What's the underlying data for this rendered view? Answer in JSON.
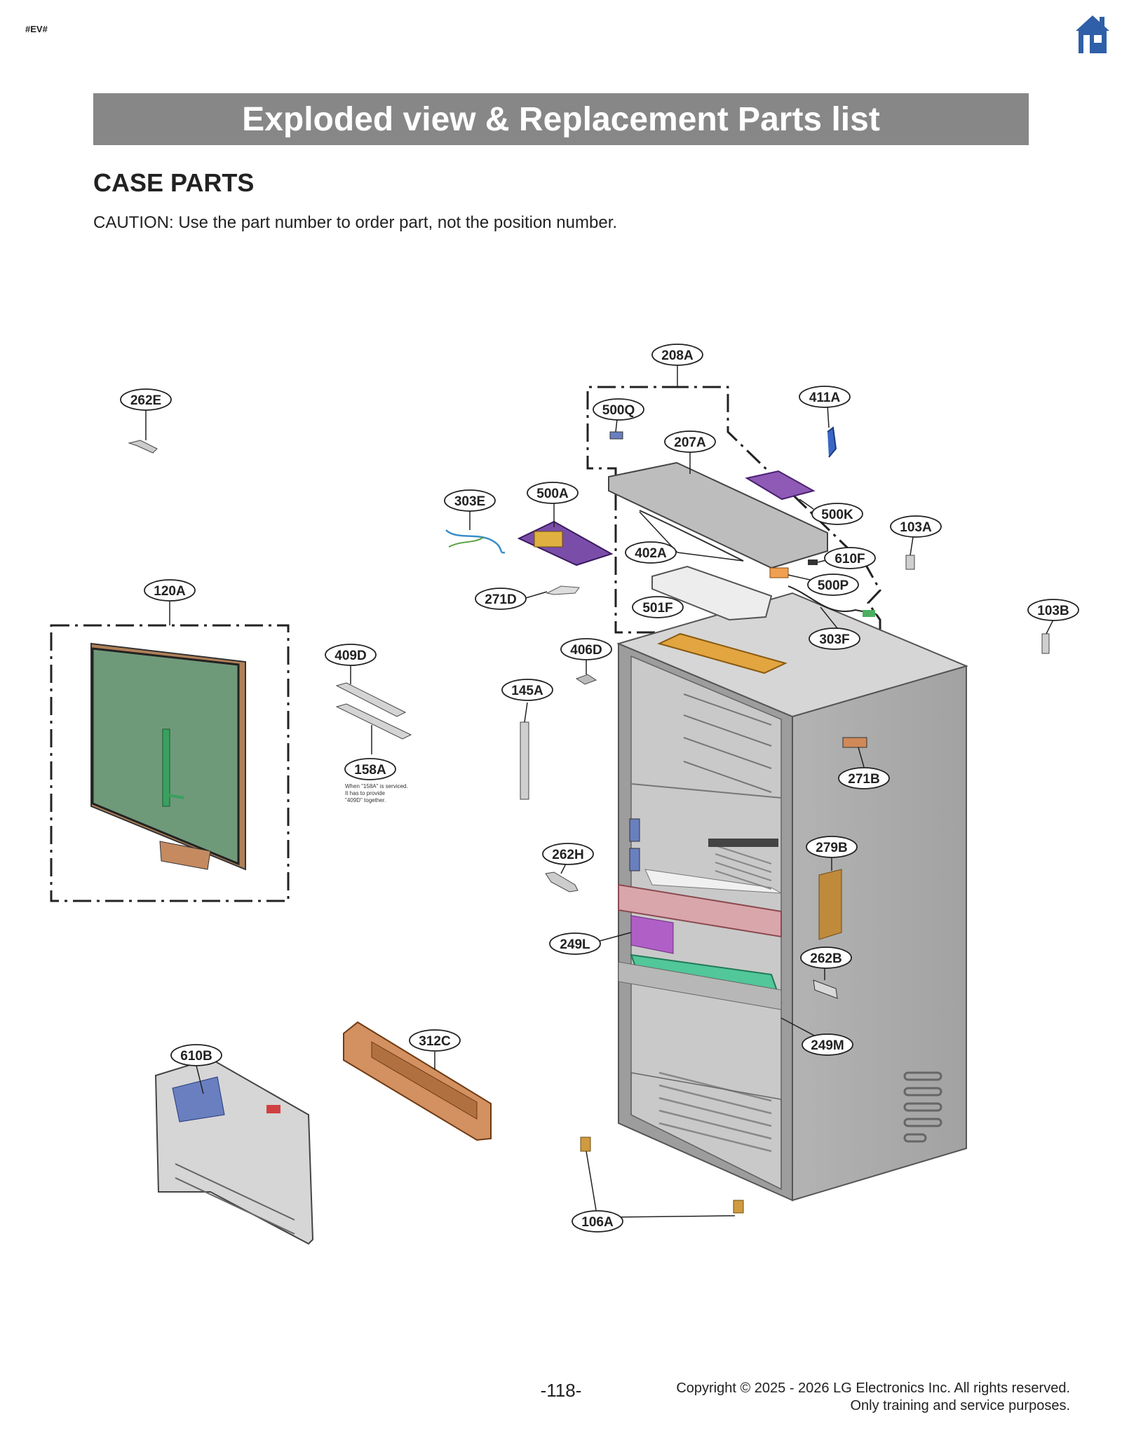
{
  "header": {
    "ev_tag": "#EV#",
    "banner_title": "Exploded view & Replacement Parts list"
  },
  "section": {
    "title": "CASE PARTS",
    "caution": "CAUTION: Use the part number to order part, not the position number."
  },
  "callouts": {
    "c208A": "208A",
    "c262E": "262E",
    "c500Q": "500Q",
    "c411A": "411A",
    "c207A": "207A",
    "c303E": "303E",
    "c500A": "500A",
    "c500K": "500K",
    "c103A": "103A",
    "c402A": "402A",
    "c610F": "610F",
    "c500P": "500P",
    "c271D": "271D",
    "c501F": "501F",
    "c120A": "120A",
    "c103B": "103B",
    "c303F": "303F",
    "c409D": "409D",
    "c406D": "406D",
    "c145A": "145A",
    "c158A": "158A",
    "c271B": "271B",
    "c262H": "262H",
    "c279B": "279B",
    "c249L": "249L",
    "c262B": "262B",
    "c312C": "312C",
    "c249M": "249M",
    "c610B": "610B",
    "c106A": "106A"
  },
  "note_158A": [
    "When \"158A\" is serviced.",
    "It has to provide",
    "\"409D\" together."
  ],
  "footer": {
    "page_number": "-118-",
    "copyright_line1": "Copyright © 2025 - 2026 LG Electronics Inc. All rights reserved.",
    "copyright_line2": "Only training and service purposes."
  },
  "colors": {
    "banner_bg": "#878787",
    "home_icon": "#2f5fa8",
    "cabinet": "#a8a8a8",
    "display_panel": "#6f9a7a",
    "control_board": "#7b4fa0",
    "shelf_green": "#3cbf8c",
    "copper": "#c98a5a"
  },
  "icons": {
    "home": "home-icon"
  }
}
